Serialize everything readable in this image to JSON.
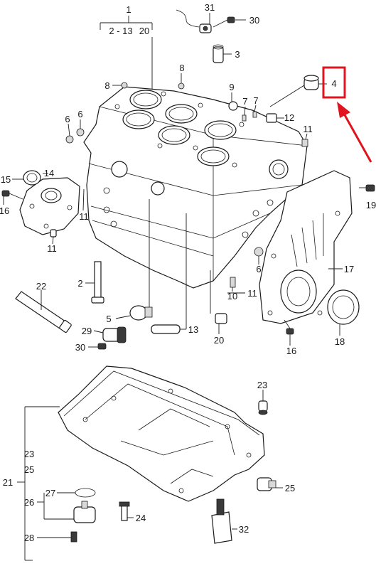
{
  "callouts": {
    "c1": "1",
    "c2_13": "2 - 13",
    "c20_top": "20",
    "c31": "31",
    "c30_top": "30",
    "c3": "3",
    "c4": "4",
    "c8a": "8",
    "c8b": "8",
    "c9": "9",
    "c7a": "7",
    "c7b": "7",
    "c6a": "6",
    "c6b": "6",
    "c12": "12",
    "c11_top": "11",
    "c15": "15",
    "c14": "14",
    "c16_left": "16",
    "c11_left": "11",
    "c11_mid": "11",
    "c11_lower": "11",
    "c19": "19",
    "c2": "2",
    "c22": "22",
    "c6_right": "6",
    "c10": "10",
    "c17": "17",
    "c5": "5",
    "c13": "13",
    "c29": "29",
    "c30_bottom": "30",
    "c20_bottom": "20",
    "c16_bottom": "16",
    "c18": "18",
    "c23_right": "23",
    "c21": "21",
    "c23_left": "23",
    "c25_left": "25",
    "c27": "27",
    "c26": "26",
    "c24": "24",
    "c28": "28",
    "c25_right": "25",
    "c32": "32"
  },
  "highlight": {
    "color": "#e0141e"
  }
}
